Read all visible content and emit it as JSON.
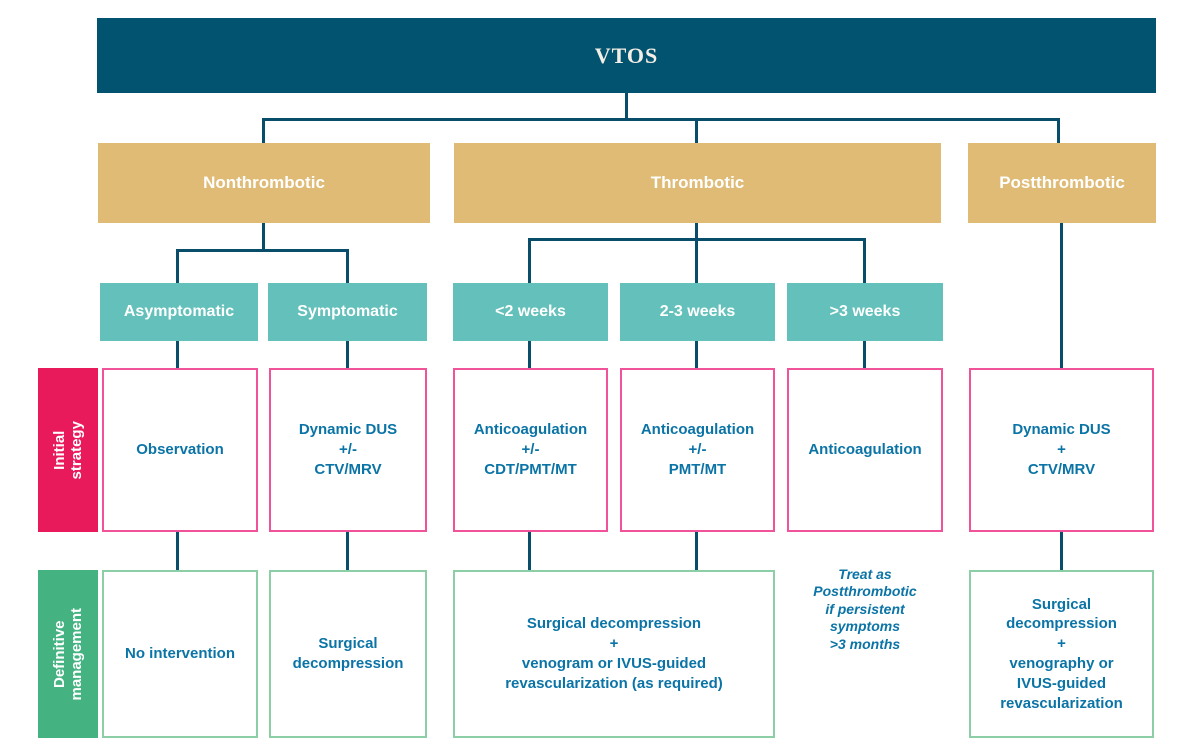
{
  "colors": {
    "banner": "#02536F",
    "gold": "#DFBB76",
    "teal": "#63C0BA",
    "pink": "#E81A5B",
    "pink_border": "#F0539A",
    "green": "#44B381",
    "green_border": "#8CCFA7",
    "text_blue": "#0B74A6",
    "connector": "#084D6A"
  },
  "root": {
    "title": "VTOS"
  },
  "branches": [
    {
      "label": "Nonthrombotic"
    },
    {
      "label": "Thrombotic"
    },
    {
      "label": "Postthrombotic"
    }
  ],
  "subgroups": [
    {
      "label": "Asymptomatic"
    },
    {
      "label": "Symptomatic"
    },
    {
      "label": "<2 weeks"
    },
    {
      "label": "2-3 weeks"
    },
    {
      "label": ">3 weeks"
    }
  ],
  "row_labels": {
    "initial": "Initial strategy",
    "definitive": "Definitive\nmanagement"
  },
  "initial_strategy": {
    "asymptomatic": "Observation",
    "symptomatic": "Dynamic DUS\n+/-\nCTV/MRV",
    "under_2_weeks": "Anticoagulation\n+/-\nCDT/PMT/MT",
    "weeks_2_3": "Anticoagulation\n+/-\nPMT/MT",
    "over_3_weeks": "Anticoagulation",
    "postthrombotic": "Dynamic DUS\n+\nCTV/MRV"
  },
  "definitive_management": {
    "asymptomatic": "No intervention",
    "symptomatic": "Surgical\ndecompression",
    "thrombotic_combined": "Surgical decompression\n+\nvenogram or IVUS-guided\nrevascularization (as required)",
    "over_3_weeks_note": "Treat as\nPostthrombotic\nif persistent\nsymptoms\n>3 months",
    "postthrombotic": "Surgical\ndecompression\n+\nvenography or\nIVUS-guided\nrevascularization"
  }
}
